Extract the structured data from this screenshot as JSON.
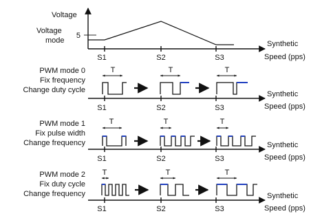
{
  "voltage_panel": {
    "axis_title": "Voltage",
    "label_line1": "Voltage",
    "label_line2": "mode",
    "tick_value": "5"
  },
  "pwm_modes": [
    {
      "line1": "PWM mode 0",
      "line2": "Fix frequency",
      "line3": "Change duty cycle"
    },
    {
      "line1": "PWM mode 1",
      "line2": "Fix pulse width",
      "line3": "Change frequency"
    },
    {
      "line1": "PWM mode 2",
      "line2": "Fix duty cycle",
      "line3": "Change frequency"
    }
  ],
  "x_axis": {
    "label_line1": "Synthetic",
    "label_line2": "Speed (pps)",
    "ticks": [
      "S1",
      "S2",
      "S3"
    ]
  },
  "period_label": "T"
}
